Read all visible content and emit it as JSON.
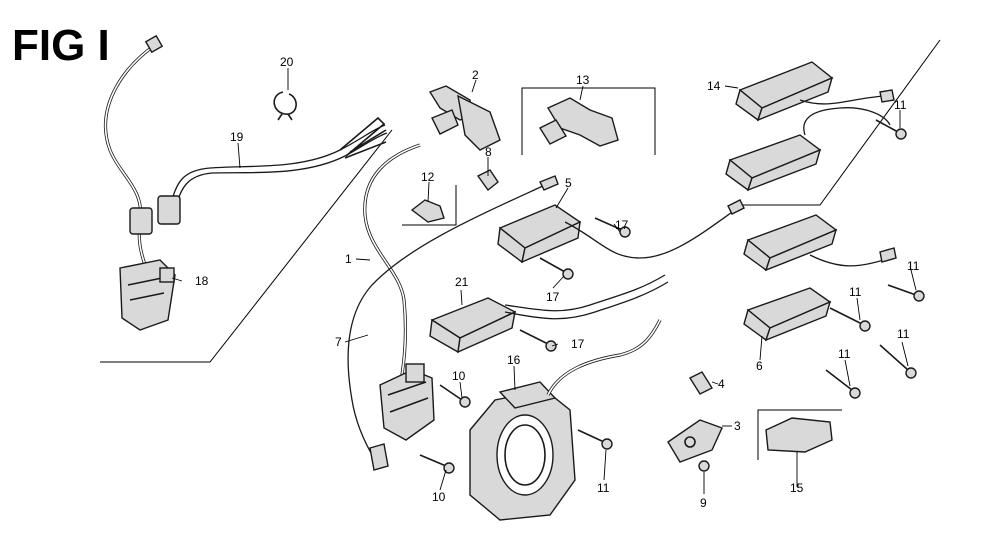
{
  "figure": {
    "title": "FIG I"
  },
  "callouts": [
    {
      "id": "c1",
      "text": "1"
    },
    {
      "id": "c2",
      "text": "2"
    },
    {
      "id": "c3",
      "text": "3"
    },
    {
      "id": "c4",
      "text": "4"
    },
    {
      "id": "c5",
      "text": "5"
    },
    {
      "id": "c6",
      "text": "6"
    },
    {
      "id": "c7",
      "text": "7"
    },
    {
      "id": "c8",
      "text": "8"
    },
    {
      "id": "c9",
      "text": "9"
    },
    {
      "id": "c10a",
      "text": "10"
    },
    {
      "id": "c10b",
      "text": "10"
    },
    {
      "id": "c11a",
      "text": "11"
    },
    {
      "id": "c11b",
      "text": "11"
    },
    {
      "id": "c11c",
      "text": "11"
    },
    {
      "id": "c11d",
      "text": "11"
    },
    {
      "id": "c11e",
      "text": "11"
    },
    {
      "id": "c11f",
      "text": "11"
    },
    {
      "id": "c12",
      "text": "12"
    },
    {
      "id": "c13",
      "text": "13"
    },
    {
      "id": "c14",
      "text": "14"
    },
    {
      "id": "c15",
      "text": "15"
    },
    {
      "id": "c16",
      "text": "16"
    },
    {
      "id": "c17a",
      "text": "17"
    },
    {
      "id": "c17b",
      "text": "17"
    },
    {
      "id": "c17c",
      "text": "17"
    },
    {
      "id": "c18",
      "text": "18"
    },
    {
      "id": "c19",
      "text": "19"
    },
    {
      "id": "c20",
      "text": "20"
    },
    {
      "id": "c21",
      "text": "21"
    }
  ]
}
